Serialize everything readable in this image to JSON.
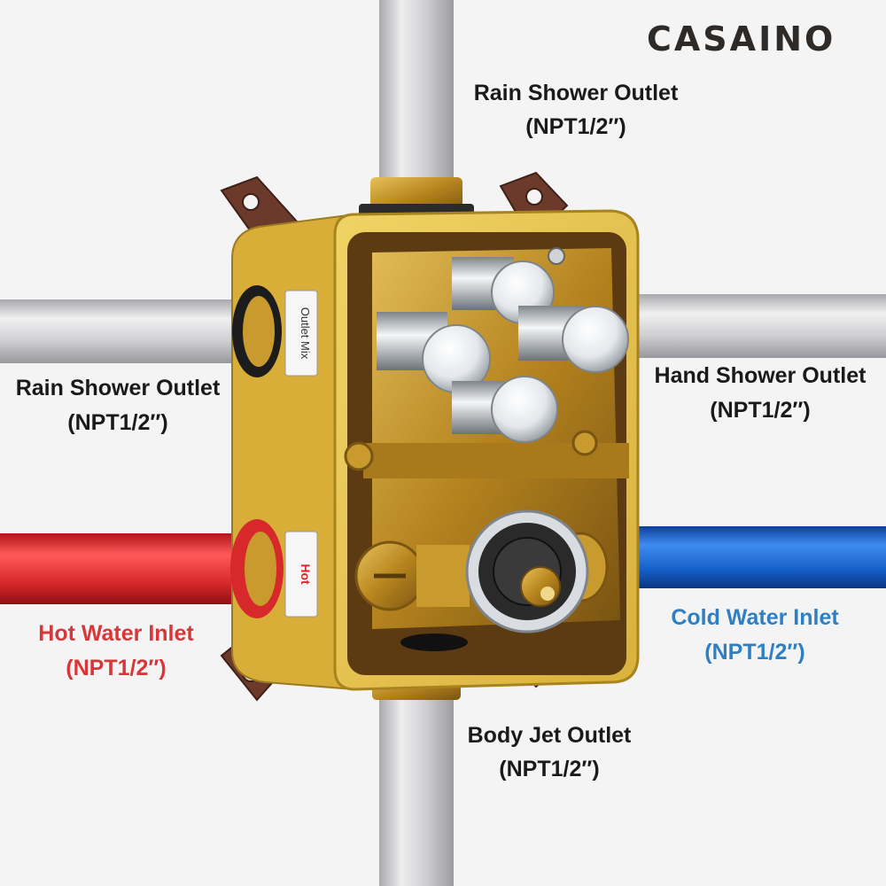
{
  "brand": {
    "name": "CASAINO",
    "accent_color": "#8a5a2b"
  },
  "box_labels": {
    "outlet_mix": "Outlet Mix",
    "hot": "Hot"
  },
  "callouts": {
    "top": {
      "title": "Rain Shower Outlet",
      "spec": "(NPT1/2″)",
      "color": "#1a1a1a"
    },
    "left": {
      "title": "Rain Shower Outlet",
      "spec": "(NPT1/2″)",
      "color": "#1a1a1a"
    },
    "right": {
      "title": "Hand Shower Outlet",
      "spec": "(NPT1/2″)",
      "color": "#1a1a1a"
    },
    "hot": {
      "title": "Hot Water Inlet",
      "spec": "(NPT1/2″)",
      "color": "#d9363a"
    },
    "cold": {
      "title": "Cold Water Inlet",
      "spec": "(NPT1/2″)",
      "color": "#2f7fc4"
    },
    "bottom": {
      "title": "Body Jet Outlet",
      "spec": "(NPT1/2″)",
      "color": "#1a1a1a"
    }
  },
  "colors": {
    "pipe_grey": "#c8c8cc",
    "pipe_hot": "#d7282c",
    "pipe_cold": "#1560c8",
    "box_yellow": "#e6c34a",
    "brass": "#c99a2e",
    "chrome": "#e8ecf0",
    "bracket": "#6b3a2a"
  }
}
